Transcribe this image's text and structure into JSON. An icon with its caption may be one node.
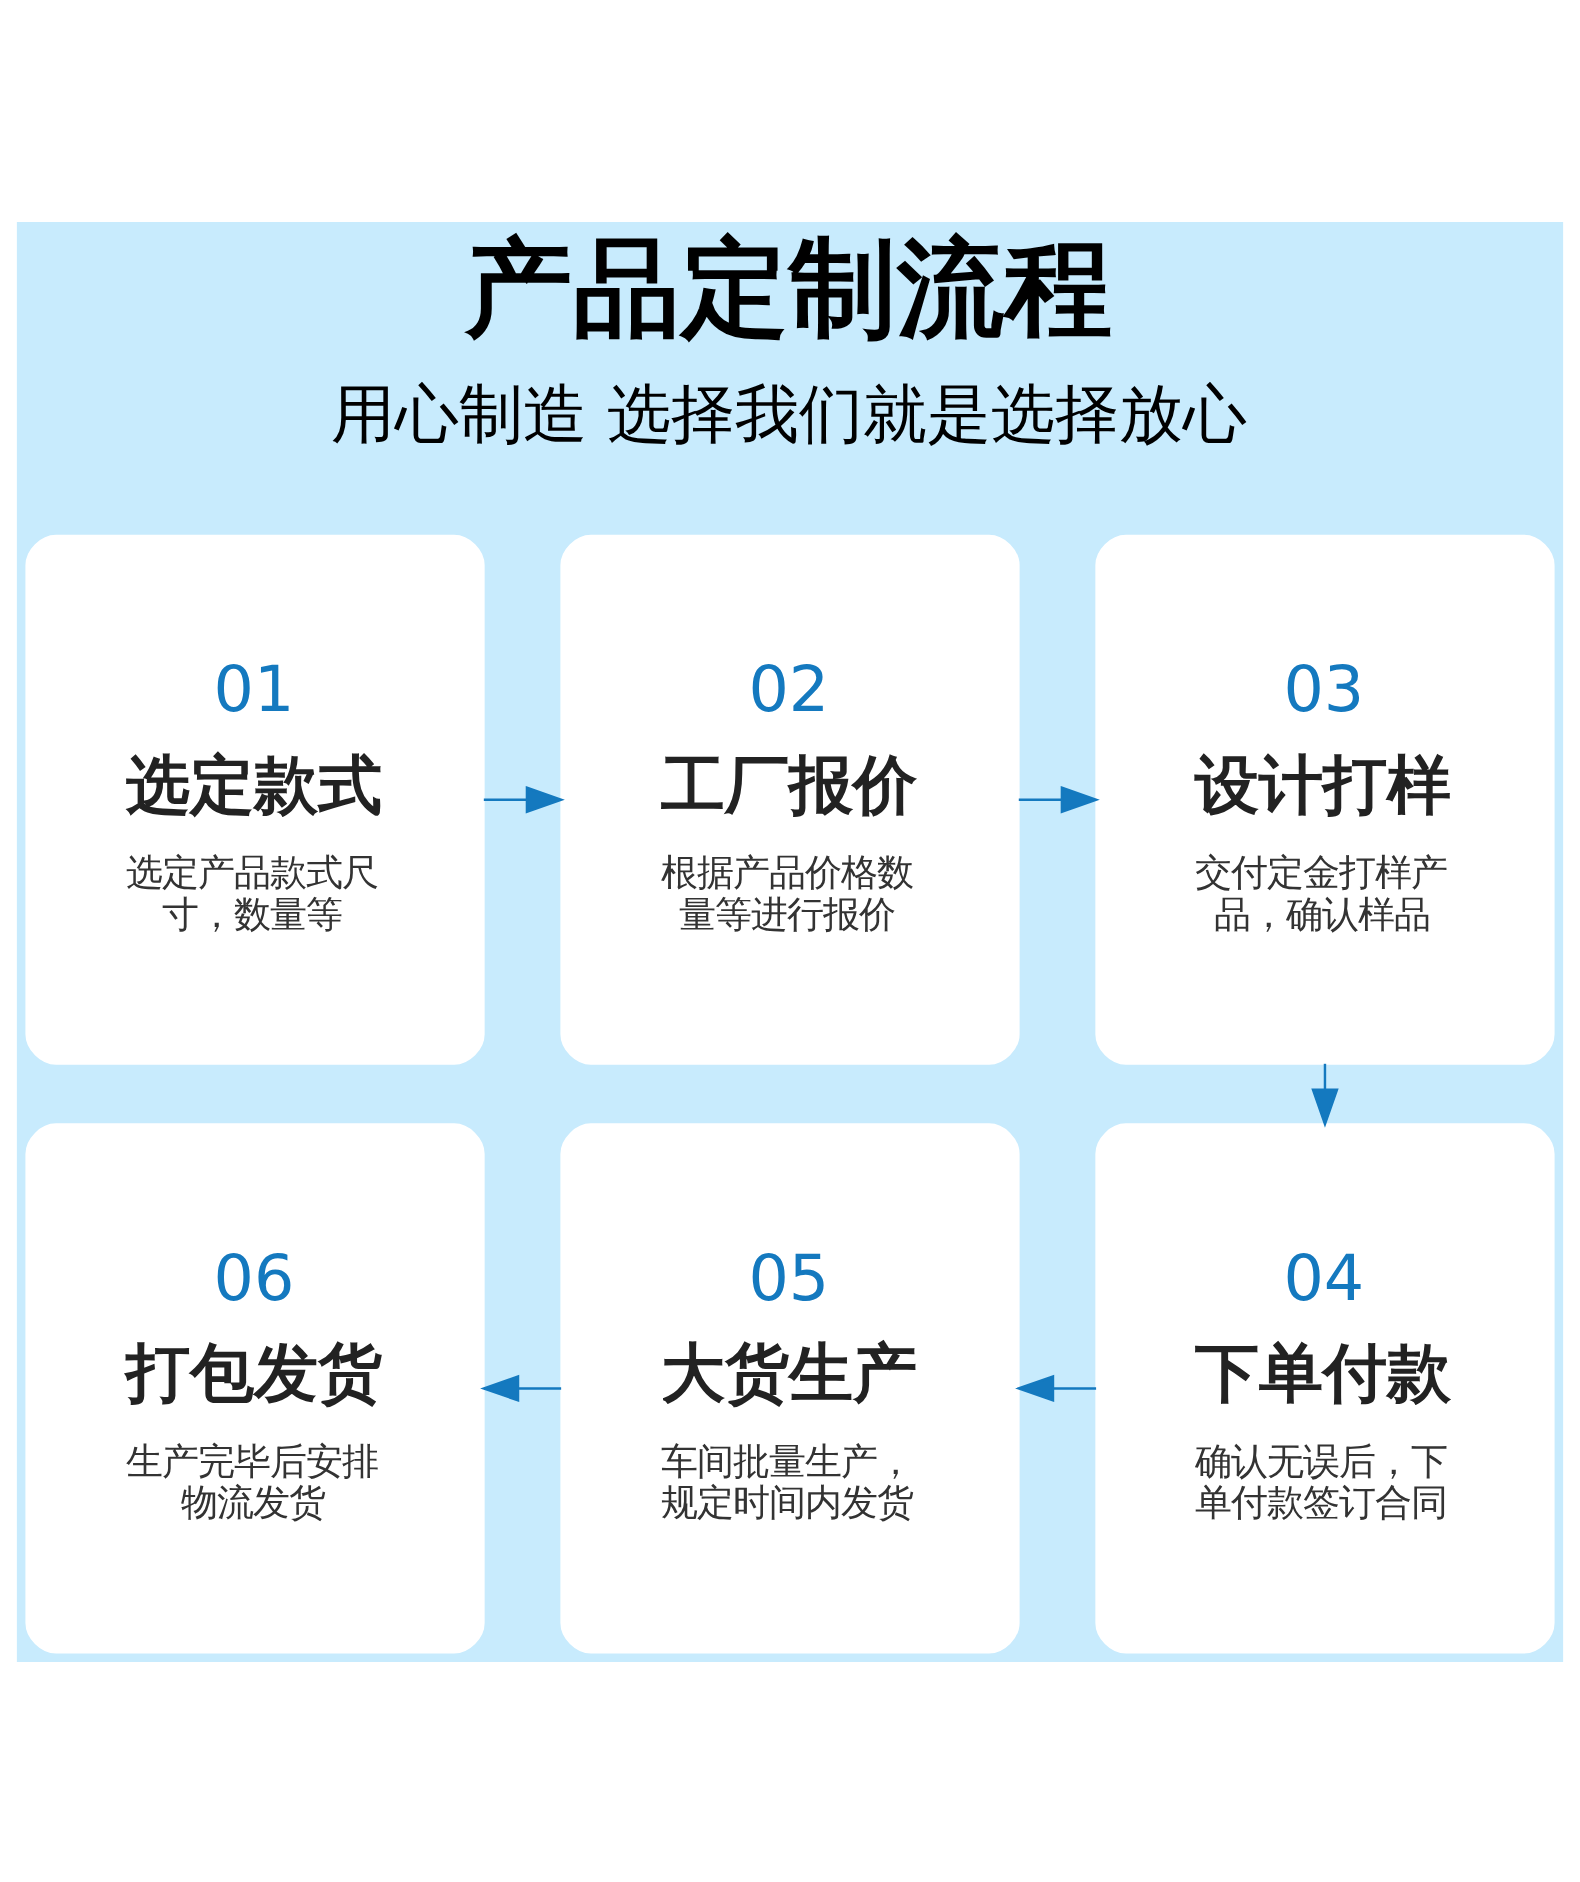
{
  "diagram": {
    "title": "产品定制流程",
    "nodes": [
      {
        "text": [
          "01",
          "选定款式",
          "选定产品款式尺寸，数量等"
        ]
      },
      {
        "text": [
          "02",
          "工厂报价",
          "根据产品价格数量等进行报价"
        ]
      },
      {
        "text": [
          "03",
          "设计打样",
          "交付定金打样产品，确认样品"
        ]
      },
      {
        "text": [
          "06",
          "打包发货",
          "生产完毕后安排物流发货"
        ]
      },
      {
        "text": [
          "05",
          "大货生产",
          "车间批量生产，规定时间内发货"
        ]
      },
      {
        "text": [
          "04",
          "下单付款",
          "确认无误后，下单付款签订合同"
        ]
      }
    ],
    "edges": [
      {
        "from": 0,
        "to": 1,
        "arrow": "to"
      },
      {
        "from": 1,
        "to": 2,
        "arrow": "to"
      },
      {
        "from": 2,
        "to": 5,
        "arrow": "to"
      },
      {
        "from": 5,
        "to": 4,
        "arrow": "to"
      },
      {
        "from": 4,
        "to": 3,
        "arrow": "to"
      }
    ],
    "labels": [
      "用心制造 选择我们就是选择放心"
    ]
  }
}
